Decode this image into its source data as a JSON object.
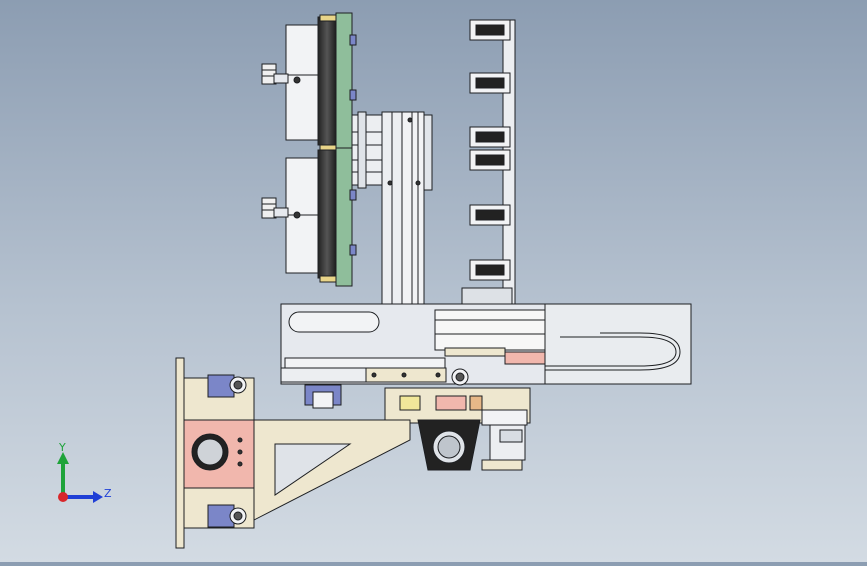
{
  "viewport": {
    "name": "cad-drawing-viewport"
  },
  "triad": {
    "y_label": "Y",
    "z_label": "Z",
    "colors": {
      "y": "#1ea33a",
      "z": "#1f3fd6",
      "x": "#d8262a"
    }
  },
  "colors": {
    "metal": "#e6e9ee",
    "metal_dark": "#c4cbd3",
    "tan": "#eee7cf",
    "green_plate": "#8fbe9b",
    "pink": "#f1b7ad",
    "outline": "#1d1f22"
  }
}
